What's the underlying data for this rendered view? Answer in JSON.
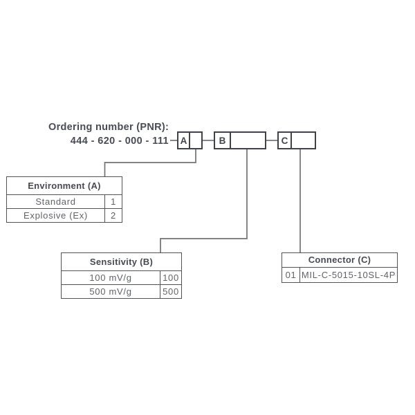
{
  "heading": {
    "title": "Ordering number (PNR):",
    "pnr": "444 - 620 - 000 - 111"
  },
  "code_boxes": [
    {
      "label": "A"
    },
    {
      "label": "B"
    },
    {
      "label": "C"
    }
  ],
  "tables": {
    "environment": {
      "header": "Environment (A)",
      "rows": [
        [
          "Standard",
          "1"
        ],
        [
          "Explosive (Ex)",
          "2"
        ]
      ]
    },
    "sensitivity": {
      "header": "Sensitivity (B)",
      "rows": [
        [
          "100 mV/g",
          "100"
        ],
        [
          "500 mV/g",
          "500"
        ]
      ]
    },
    "connector": {
      "header": "Connector (C)",
      "rows": [
        [
          "01",
          "MIL-C-5015-10SL-4P"
        ]
      ]
    }
  },
  "colors": {
    "ink": "#474c56",
    "cell_ink": "#5d626b",
    "box_border": "#3d424c",
    "table_border": "#4d525a",
    "wire": "#6f727a",
    "background": "#ffffff"
  }
}
